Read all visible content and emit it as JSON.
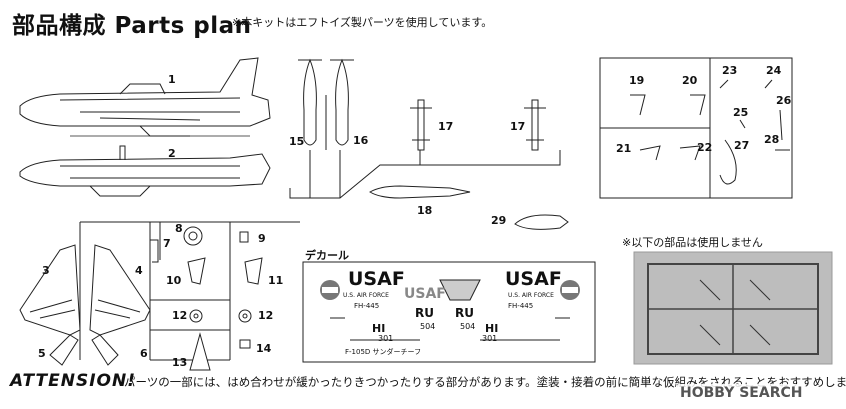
{
  "header": {
    "title": "部品構成 Parts plan",
    "note": "※本キットはエフトイズ製パーツを使用しています。"
  },
  "parts": [
    {
      "num": "1"
    },
    {
      "num": "2"
    },
    {
      "num": "3"
    },
    {
      "num": "4"
    },
    {
      "num": "5"
    },
    {
      "num": "6"
    },
    {
      "num": "7"
    },
    {
      "num": "8"
    },
    {
      "num": "9"
    },
    {
      "num": "10"
    },
    {
      "num": "11"
    },
    {
      "num": "12"
    },
    {
      "num": "12"
    },
    {
      "num": "13"
    },
    {
      "num": "14"
    },
    {
      "num": "15"
    },
    {
      "num": "16"
    },
    {
      "num": "17"
    },
    {
      "num": "17"
    },
    {
      "num": "18"
    },
    {
      "num": "19"
    },
    {
      "num": "20"
    },
    {
      "num": "21"
    },
    {
      "num": "22"
    },
    {
      "num": "23"
    },
    {
      "num": "24"
    },
    {
      "num": "25"
    },
    {
      "num": "26"
    },
    {
      "num": "27"
    },
    {
      "num": "28"
    },
    {
      "num": "29"
    }
  ],
  "decal": {
    "title": "デカール",
    "usaf_left": "USAF",
    "usaf_right": "USAF",
    "usaf_center": "USAF",
    "us_air_force_left": "U.S. AIR FORCE",
    "us_air_force_right": "U.S. AIR FORCE",
    "fh_left": "FH-445",
    "fh_right": "FH-445",
    "ru_left": "RU",
    "ru_right": "RU",
    "hi_left": "HI",
    "hi_right": "HI",
    "serial_left": "504",
    "serial_right": "504",
    "serial_small": "301",
    "serial_small_right": "301",
    "caption": "F-105D サンダーチーフ"
  },
  "unused_note": "※以下の部品は使用しません",
  "attension": {
    "label": "ATTENSION!",
    "text": "パーツの一部には、はめ合わせが緩かったりきつかったりする部分があります。塗装・接着の前に簡単な仮組みをされることをおすすめします。"
  },
  "watermark": "HOBBY SEARCH"
}
